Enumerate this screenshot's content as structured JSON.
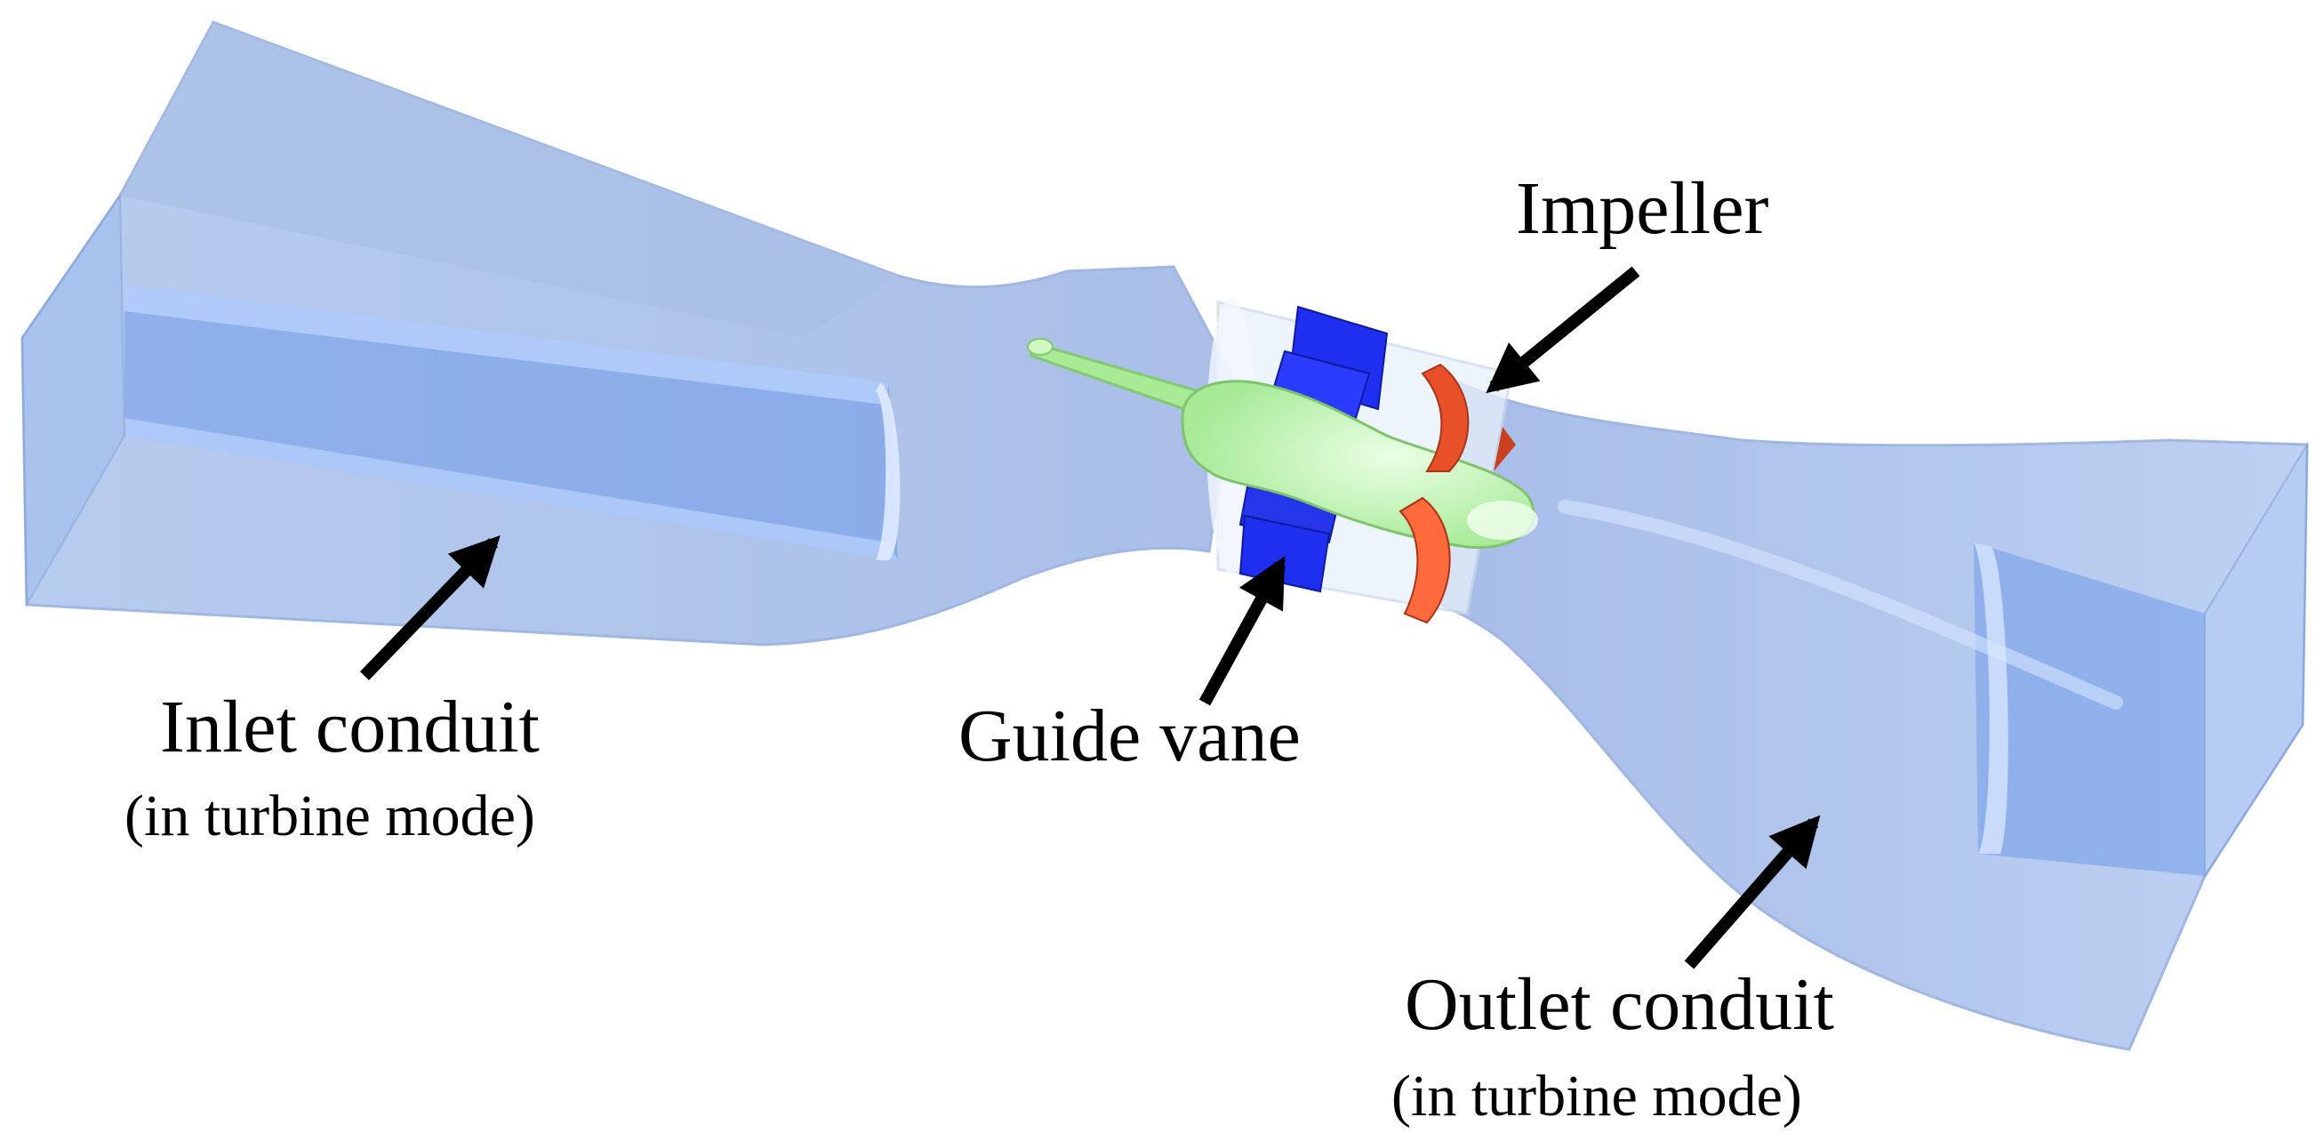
{
  "labels": {
    "impeller": "Impeller",
    "guide_vane": "Guide vane",
    "inlet_title": "Inlet conduit",
    "inlet_note": "(in turbine mode)",
    "outlet_title": "Outlet conduit",
    "outlet_note": "(in turbine mode)"
  },
  "colors": {
    "conduit": "#8fb0e8",
    "conduit_edge": "#6f93d3",
    "hub": "#b6f5a8",
    "guide_vane": "#1f2ff0",
    "impeller": "#e8502a",
    "ring": "#e9f1fb",
    "arrow": "#000000"
  },
  "icons": [
    "arrow-icon"
  ]
}
